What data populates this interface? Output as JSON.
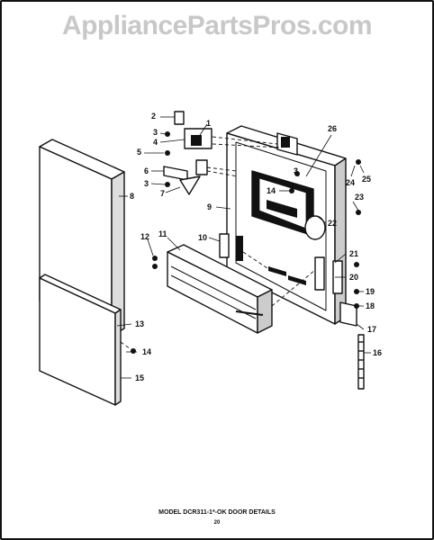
{
  "watermark": "AppliancePartsPros.com",
  "caption": "MODEL DCR311-1*-OK DOOR DETAILS",
  "page_number": "20",
  "callouts": [
    "1",
    "2",
    "3",
    "4",
    "5",
    "6",
    "3",
    "7",
    "8",
    "9",
    "10",
    "11",
    "12",
    "13",
    "14",
    "15",
    "16",
    "17",
    "18",
    "19",
    "20",
    "21",
    "22",
    "23",
    "24",
    "25",
    "26",
    "3",
    "14"
  ]
}
